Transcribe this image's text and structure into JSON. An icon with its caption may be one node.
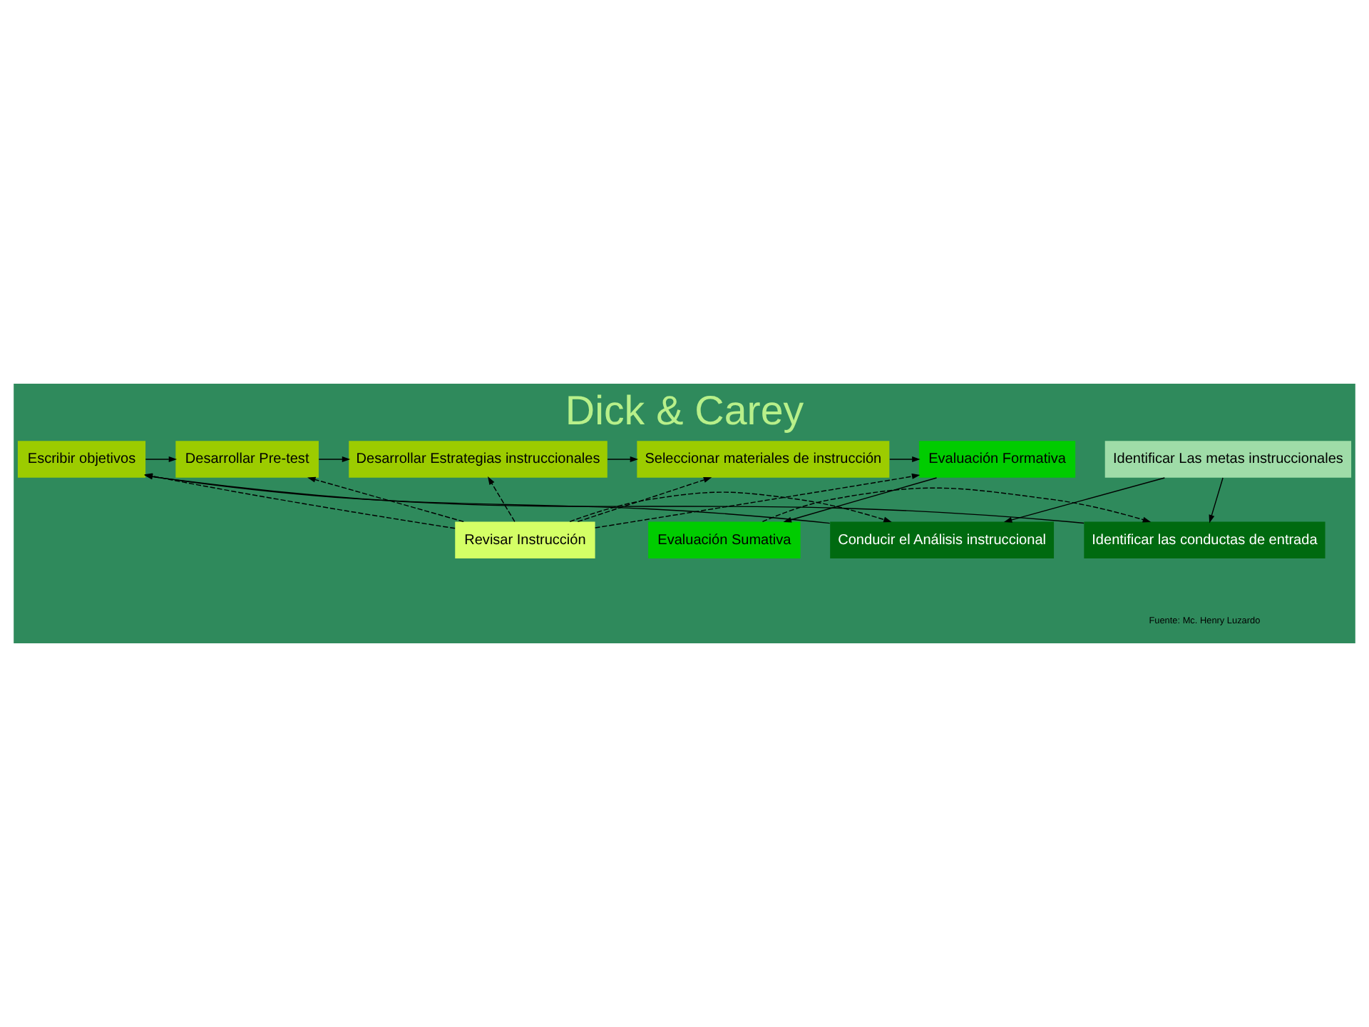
{
  "diagram": {
    "title": "Dick & Carey",
    "nodes": [
      {
        "text": [
          "Identificar Las metas instruccionales"
        ]
      },
      {
        "text": [
          "Conducir el Análisis instruccional"
        ]
      },
      {
        "text": [
          "Revisar Instrucción"
        ]
      },
      {
        "text": [
          "Escribir objetivos"
        ]
      },
      {
        "text": [
          "Desarrollar Pre-test"
        ]
      },
      {
        "text": [
          "Desarrollar Estrategias instruccionales"
        ]
      },
      {
        "text": [
          "Seleccionar materiales de instrucción"
        ]
      },
      {
        "text": [
          "Evaluación Formativa"
        ]
      },
      {
        "text": [
          "Identificar las conductas de entrada"
        ]
      },
      {
        "text": [
          "Evaluación Sumativa"
        ]
      }
    ],
    "edges": [
      {
        "from": 0,
        "to": 1,
        "arrow": "to"
      },
      {
        "from": 0,
        "to": 8,
        "arrow": "to"
      },
      {
        "from": 1,
        "to": 3,
        "arrow": "to"
      },
      {
        "from": 8,
        "to": 3,
        "arrow": "to"
      },
      {
        "from": 3,
        "to": 4,
        "arrow": "to"
      },
      {
        "from": 4,
        "to": 5,
        "arrow": "to"
      },
      {
        "from": 5,
        "to": 6,
        "arrow": "to"
      },
      {
        "from": 6,
        "to": 7,
        "arrow": "to"
      },
      {
        "from": 7,
        "to": 9,
        "arrow": "to"
      },
      {
        "from": 2,
        "to": 1,
        "arrow": "to",
        "style": "dashed"
      },
      {
        "from": 2,
        "to": 3,
        "arrow": "to",
        "style": "dashed"
      },
      {
        "from": 2,
        "to": 4,
        "arrow": "to",
        "style": "dashed"
      },
      {
        "from": 2,
        "to": 5,
        "arrow": "to",
        "style": "dashed"
      },
      {
        "from": 2,
        "to": 6,
        "arrow": "to",
        "style": "dashed"
      },
      {
        "from": 2,
        "to": 7,
        "arrow": "to",
        "style": "dashed"
      },
      {
        "from": 9,
        "to": 8,
        "arrow": "to",
        "style": "dashed"
      }
    ],
    "labels": [
      "Fuente: Mc. Henry Luzardo"
    ]
  }
}
